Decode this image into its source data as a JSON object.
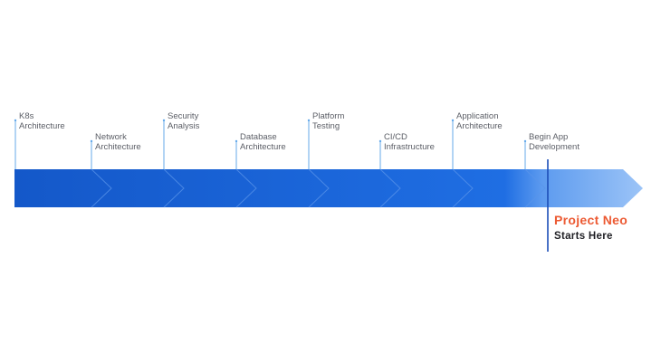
{
  "milestones": [
    {
      "line1": "K8s",
      "line2": "Architecture"
    },
    {
      "line1": "Network",
      "line2": "Architecture"
    },
    {
      "line1": "Security",
      "line2": "Analysis"
    },
    {
      "line1": "Database",
      "line2": "Architecture"
    },
    {
      "line1": "Platform",
      "line2": "Testing"
    },
    {
      "line1": "CI/CD",
      "line2": "Infrastructure"
    },
    {
      "line1": "Application",
      "line2": "Architecture"
    },
    {
      "line1": "Begin App",
      "line2": "Development"
    }
  ],
  "callout": {
    "title": "Project Neo",
    "subtitle": "Starts Here"
  },
  "colors": {
    "arrow_dark": "#1458c9",
    "arrow_mid": "#2170e4",
    "arrow_light": "#7fb2f3",
    "marker_line": "#64a9ea",
    "label_text": "#5b5e66",
    "callout_title": "#ec5a33",
    "callout_subtitle": "#1f1f24",
    "callout_marker": "#1d4fb8"
  }
}
